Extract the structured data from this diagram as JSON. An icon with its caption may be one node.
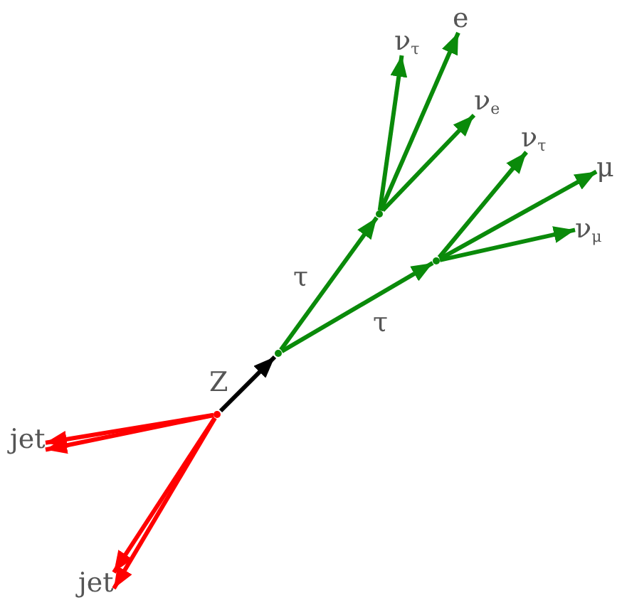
{
  "diagram": {
    "nodes": [
      {
        "text": [],
        "shape": "point"
      },
      {
        "text": [],
        "shape": "point"
      },
      {
        "text": [],
        "shape": "point"
      },
      {
        "text": [],
        "shape": "point"
      },
      {
        "text": [
          "ν$_{τ}$"
        ]
      },
      {
        "text": [
          "e"
        ]
      },
      {
        "text": [
          "ν$_{e}$"
        ]
      },
      {
        "text": [
          "ν$_{τ}$"
        ]
      },
      {
        "text": [
          "μ"
        ]
      },
      {
        "text": [
          "ν$_{μ}$"
        ]
      },
      {
        "text": [
          "jet"
        ]
      },
      {
        "text": [
          "jet"
        ]
      }
    ],
    "edges": [
      {
        "from": 0,
        "to": 1,
        "arrow": "to",
        "label": "Z",
        "color": "#000000"
      },
      {
        "from": 1,
        "to": 2,
        "arrow": "to",
        "label": "τ"
      },
      {
        "from": 1,
        "to": 3,
        "arrow": "to",
        "label": "τ"
      },
      {
        "from": 2,
        "to": 4,
        "arrow": "to"
      },
      {
        "from": 2,
        "to": 5,
        "arrow": "to"
      },
      {
        "from": 2,
        "to": 6,
        "arrow": "to"
      },
      {
        "from": 3,
        "to": 7,
        "arrow": "to"
      },
      {
        "from": 3,
        "to": 8,
        "arrow": "to"
      },
      {
        "from": 3,
        "to": 9,
        "arrow": "to"
      },
      {
        "from": 0,
        "to": 10,
        "arrow": "to",
        "color": "#ff0000"
      },
      {
        "from": 0,
        "to": 10,
        "arrow": "to",
        "color": "#ff0000"
      },
      {
        "from": 0,
        "to": 11,
        "arrow": "to",
        "color": "#ff0000"
      },
      {
        "from": 0,
        "to": 11,
        "arrow": "to",
        "color": "#ff0000"
      }
    ]
  }
}
